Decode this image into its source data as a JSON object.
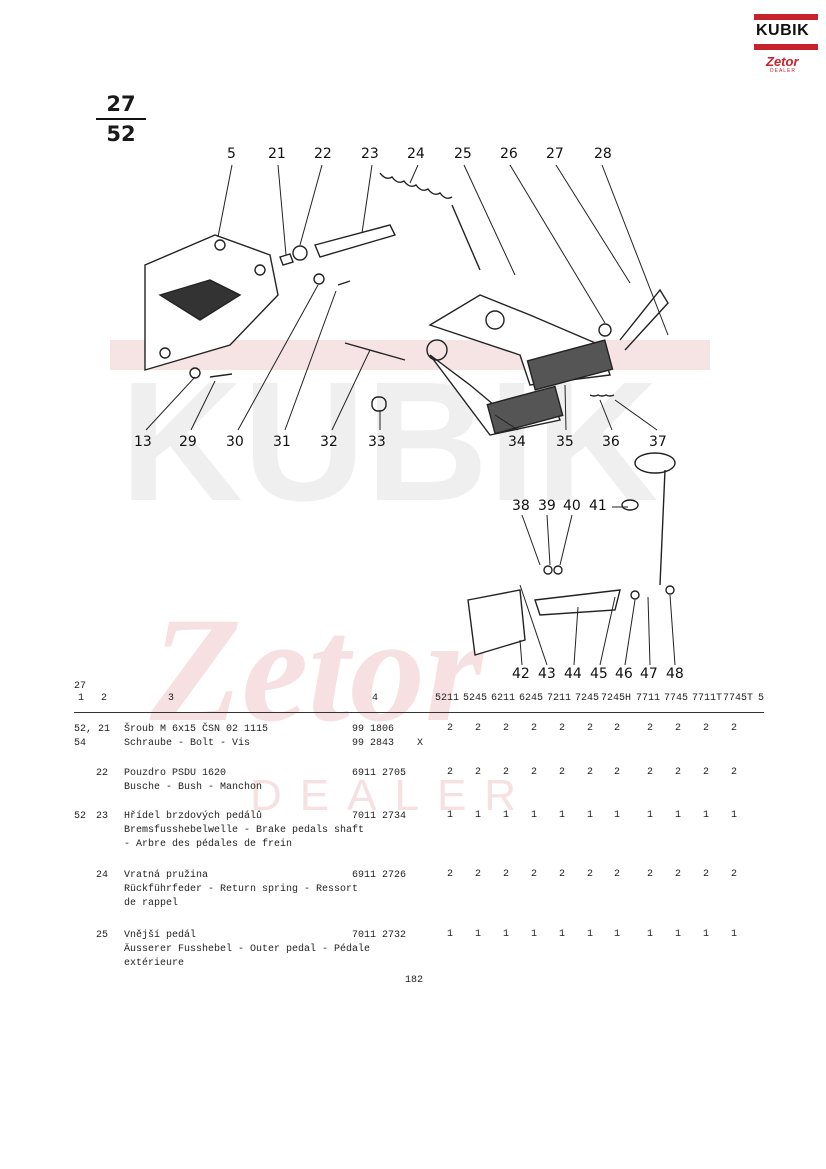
{
  "logo": {
    "brand": "KUBIK",
    "sub": "Zetor",
    "tagline": "DEALER"
  },
  "page_id": {
    "top": "27",
    "bottom": "52"
  },
  "watermark": {
    "line1": "KUBIK",
    "line2": "Zetor",
    "line3": "DEALER"
  },
  "callouts": {
    "top": [
      "5",
      "21",
      "22",
      "23",
      "24",
      "25",
      "26",
      "27",
      "28"
    ],
    "mid": [
      "13",
      "29",
      "30",
      "31",
      "32",
      "33",
      "34",
      "35",
      "36",
      "37"
    ],
    "low_upper": [
      "38",
      "39",
      "40",
      "41"
    ],
    "low": [
      "42",
      "43",
      "44",
      "45",
      "46",
      "47",
      "48"
    ]
  },
  "table": {
    "group_label": "27",
    "columns": [
      "1",
      "2",
      "3",
      "4",
      "5211",
      "5245",
      "6211",
      "6245",
      "7211",
      "7245",
      "7245H",
      "7711",
      "7745",
      "7711T",
      "7745T",
      "5"
    ],
    "rows": [
      {
        "c1": "52, 21\n54",
        "c2": "",
        "desc": "Šroub M 6x15 ČSN 02 1115\nSchraube - Bolt - Vis",
        "part": "99 1806\n99 2843",
        "mark": "X",
        "qty": [
          "2",
          "2",
          "2",
          "2",
          "2",
          "2",
          "2",
          "2",
          "2",
          "2",
          "2"
        ]
      },
      {
        "c1": "",
        "c2": "22",
        "desc": "Pouzdro PSDU 1620\nBusche - Bush - Manchon",
        "part": "6911 2705",
        "mark": "",
        "qty": [
          "2",
          "2",
          "2",
          "2",
          "2",
          "2",
          "2",
          "2",
          "2",
          "2",
          "2"
        ]
      },
      {
        "c1": "52",
        "c2": "23",
        "desc": "Hřídel brzdových pedálů\nBremsfusshebelwelle - Brake pedals shaft\n- Arbre des pédales de frein",
        "part": "7011 2734",
        "mark": "",
        "qty": [
          "1",
          "1",
          "1",
          "1",
          "1",
          "1",
          "1",
          "1",
          "1",
          "1",
          "1"
        ]
      },
      {
        "c1": "",
        "c2": "24",
        "desc": "Vratná pružina\nRückführfeder - Return spring - Ressort\nde rappel",
        "part": "6911 2726",
        "mark": "",
        "qty": [
          "2",
          "2",
          "2",
          "2",
          "2",
          "2",
          "2",
          "2",
          "2",
          "2",
          "2"
        ]
      },
      {
        "c1": "",
        "c2": "25",
        "desc": "Vnější pedál\nÄusserer Fusshebel - Outer pedal - Pédale\nextérieure",
        "part": "7011 2732",
        "mark": "",
        "qty": [
          "1",
          "1",
          "1",
          "1",
          "1",
          "1",
          "1",
          "1",
          "1",
          "1",
          "1"
        ]
      }
    ]
  },
  "footer": {
    "page_number": "182"
  },
  "colors": {
    "accent_red": "#c8232c",
    "watermark": "#f3d6d8",
    "ink": "#1a1a1a"
  }
}
